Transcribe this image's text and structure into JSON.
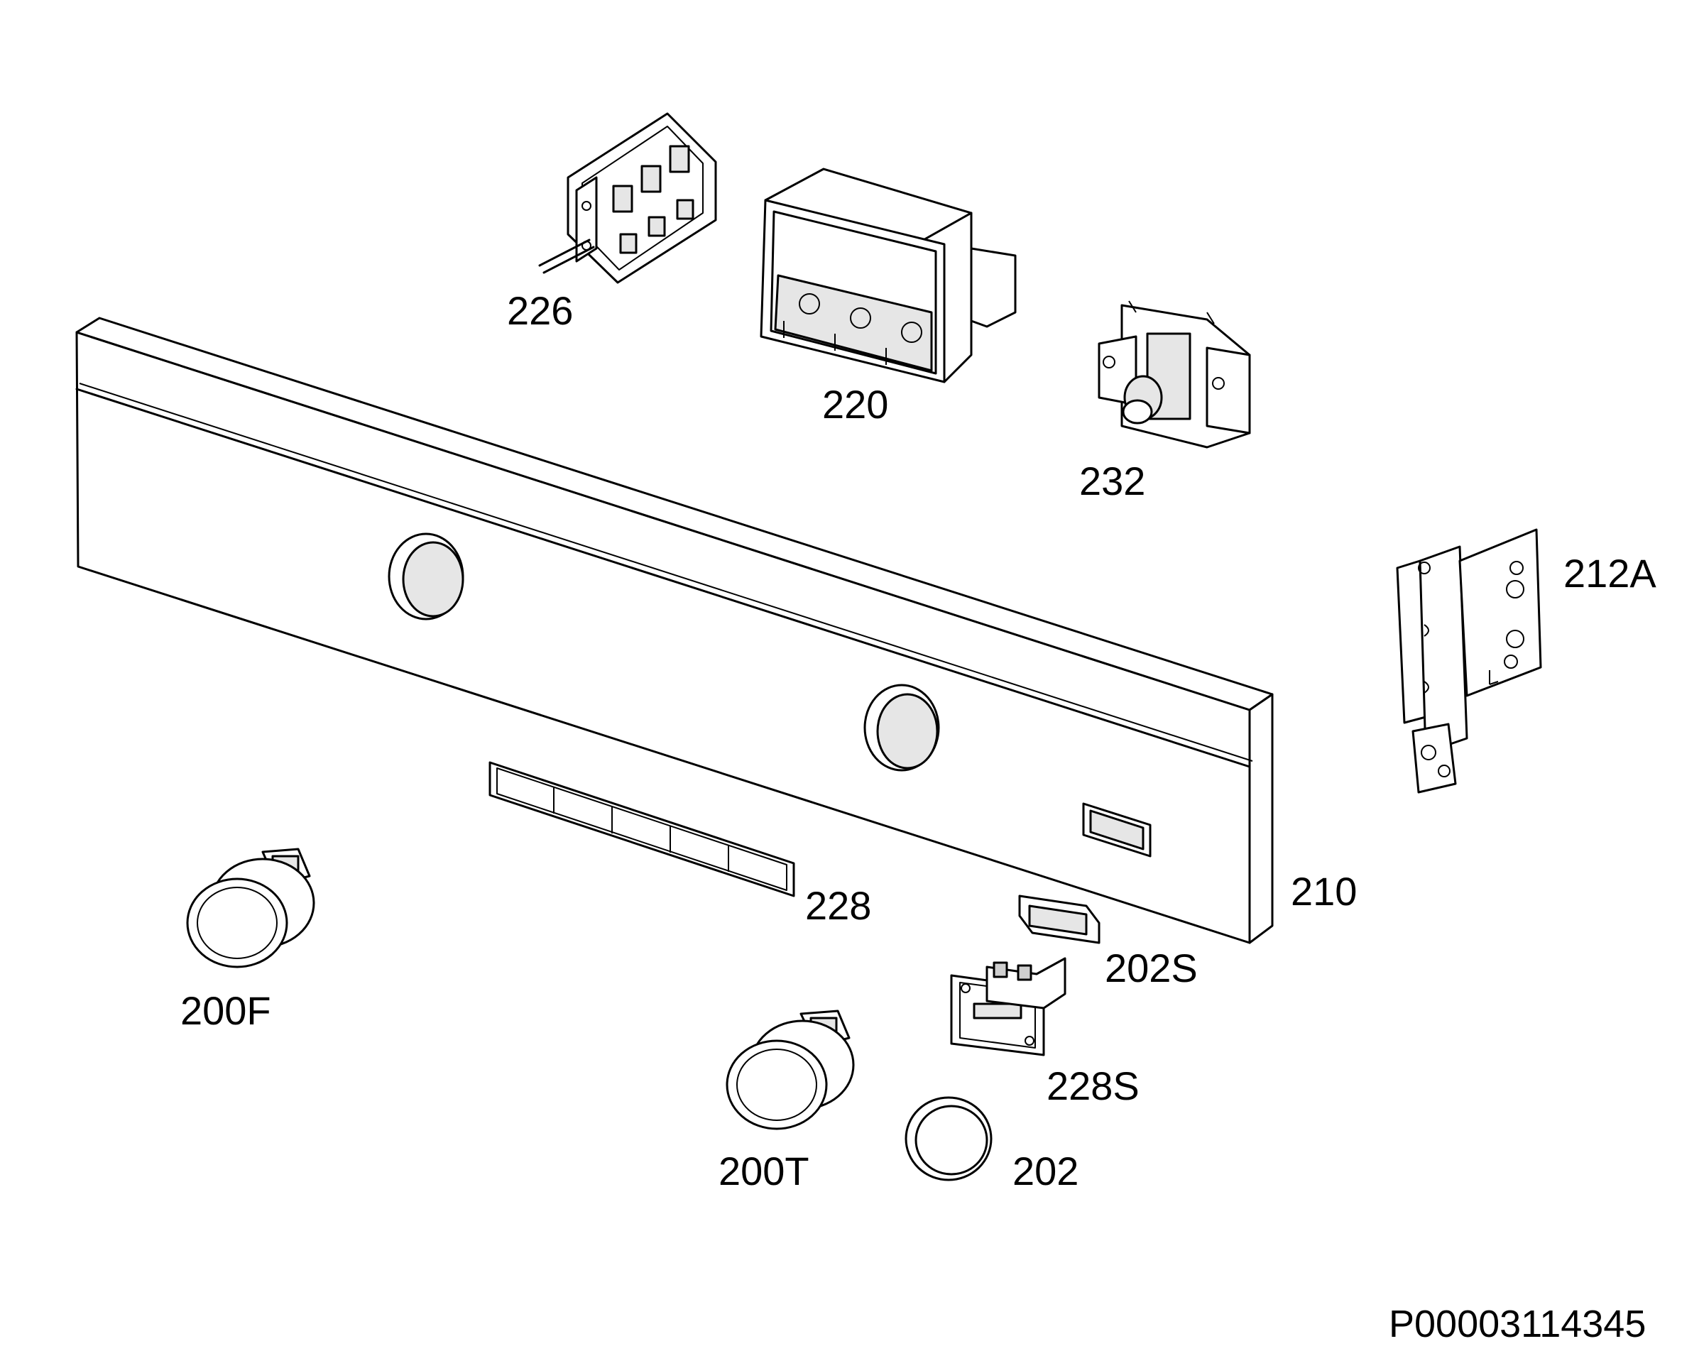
{
  "diagram": {
    "labels": {
      "p226": "226",
      "p220": "220",
      "p232": "232",
      "p212A": "212A",
      "p210": "210",
      "p228": "228",
      "p202S": "202S",
      "p228S": "228S",
      "p200F": "200F",
      "p200T": "200T",
      "p202": "202"
    },
    "document_id": "P00003114345"
  }
}
